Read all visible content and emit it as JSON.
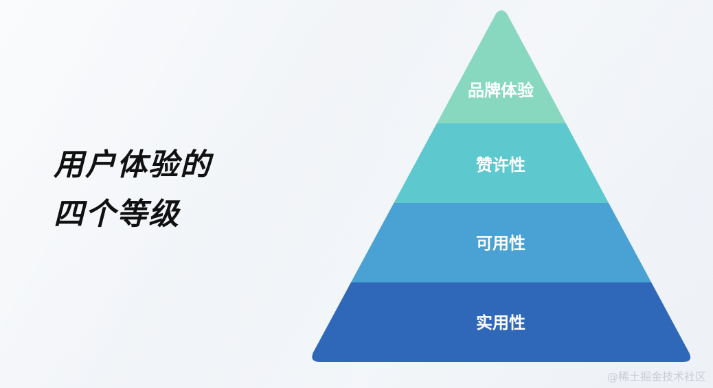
{
  "heading": {
    "line1": "用户体验的",
    "line2": "四个等级"
  },
  "pyramid": {
    "tiers": [
      {
        "label": "品牌体验",
        "color": "#88d8c0"
      },
      {
        "label": "赞许性",
        "color": "#5ec8cf"
      },
      {
        "label": "可用性",
        "color": "#4aa1d4"
      },
      {
        "label": "实用性",
        "color": "#2f68b9"
      }
    ]
  },
  "watermark": {
    "text": "@稀土掘金技术社区"
  }
}
